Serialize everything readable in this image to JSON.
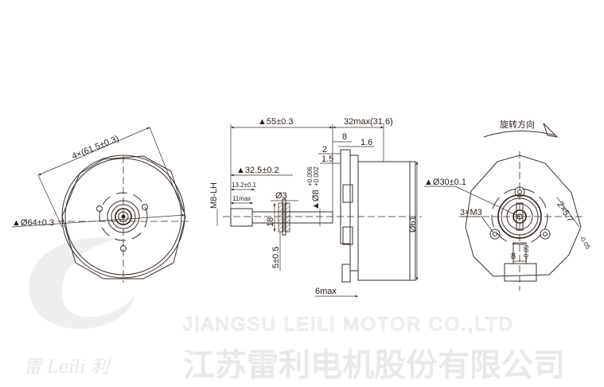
{
  "watermark": {
    "company_cn": "江苏雷利电机股份有限公司",
    "company_en": "JIANGSU LEILI MOTOR CO.,LTD",
    "logo_text": "雷 Leili 利"
  },
  "front_view": {
    "dim_across_flats": "4×(61.5±0.3)",
    "dim_diameter": "▲Ø64±0.3"
  },
  "side_view": {
    "dim_total_length": "▲55±0.3",
    "dim_body_length": "32max(31.6)",
    "dim_8": "8",
    "dim_1_6": "1.6",
    "dim_2": "2",
    "dim_1_5": "1.5",
    "dim_32_5": "▲32.5±0.2",
    "dim_13_2": "13.2±0.1",
    "dim_11max": "11max",
    "dim_thread": "M8-LH",
    "dim_d3": "Ø3",
    "dim_d8": "▲Ø8",
    "dim_d8_tol_upper": "+0.006",
    "dim_d8_tol_lower": "+0.002",
    "dim_18": "18",
    "dim_5": "5±0.5",
    "dim_6max": "6max",
    "dim_d61": "Ø61"
  },
  "rear_view": {
    "rotation_label": "旋转方向",
    "dim_d30": "▲Ø30±0.1",
    "dim_holes": "3×M3",
    "dim_slot": "2×5.7",
    "dim_slot_tol": "-0.05",
    "dim_8": "8",
    "dim_8_tol": "-0.05"
  }
}
